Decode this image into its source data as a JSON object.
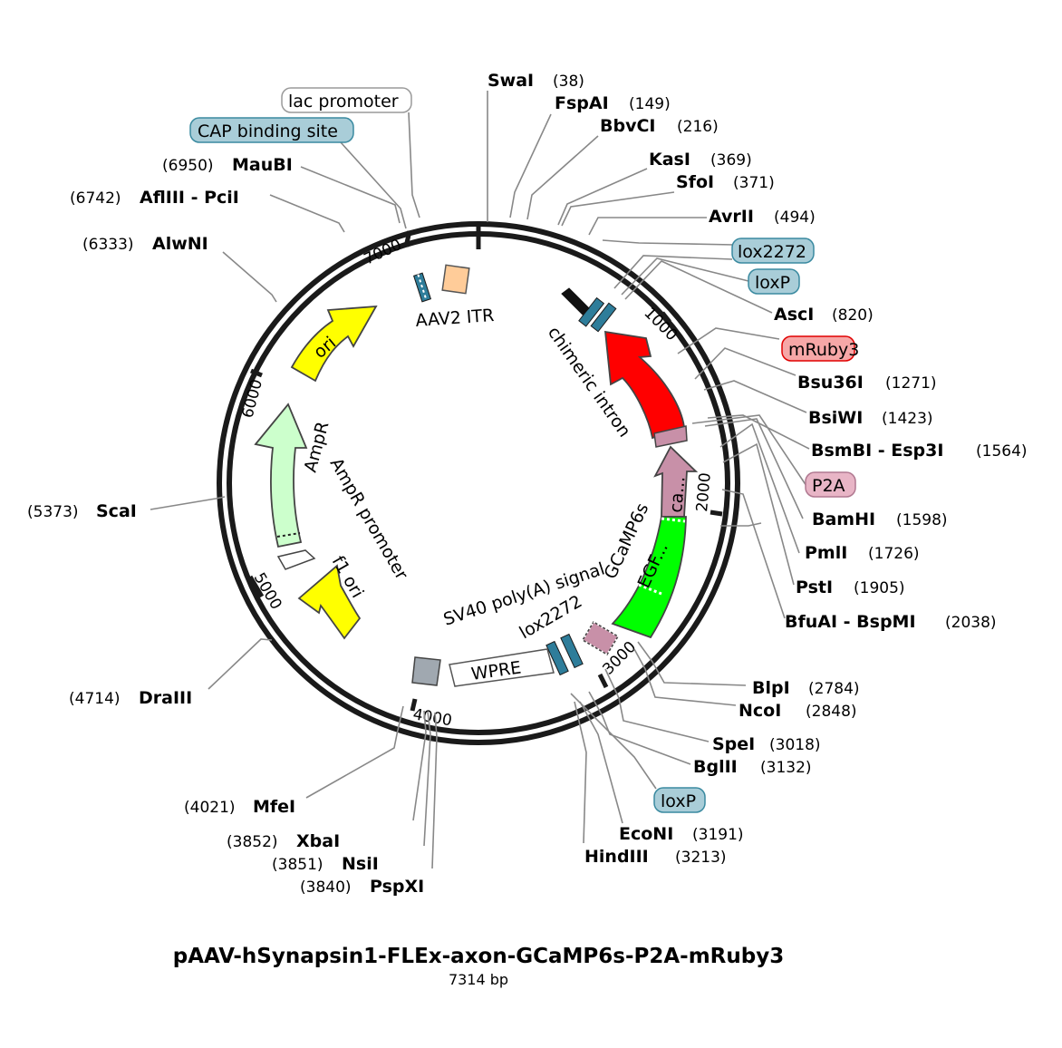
{
  "map": {
    "title": "pAAV-hSynapsin1-FLEx-axon-GCaMP6s-P2A-mRuby3",
    "subtitle": "7314 bp",
    "tick_labels": [
      "1000",
      "2000",
      "3000",
      "4000",
      "5000",
      "6000",
      "7000"
    ]
  },
  "restriction_sites": [
    {
      "name": "SwaI",
      "pos": "(38)"
    },
    {
      "name": "FspAI",
      "pos": "(149)"
    },
    {
      "name": "BbvCI",
      "pos": "(216)"
    },
    {
      "name": "KasI",
      "pos": "(369)"
    },
    {
      "name": "SfoI",
      "pos": "(371)"
    },
    {
      "name": "AvrII",
      "pos": "(494)"
    },
    {
      "name": "AscI",
      "pos": "(820)"
    },
    {
      "name": "Bsu36I",
      "pos": "(1271)"
    },
    {
      "name": "BsiWI",
      "pos": "(1423)"
    },
    {
      "name": "BsmBI - Esp3I",
      "pos": "(1564)"
    },
    {
      "name": "BamHI",
      "pos": "(1598)"
    },
    {
      "name": "PmlI",
      "pos": "(1726)"
    },
    {
      "name": "PstI",
      "pos": "(1905)"
    },
    {
      "name": "BfuAI - BspMI",
      "pos": "(2038)"
    },
    {
      "name": "BlpI",
      "pos": "(2784)"
    },
    {
      "name": "NcoI",
      "pos": "(2848)"
    },
    {
      "name": "SpeI",
      "pos": "(3018)"
    },
    {
      "name": "BglII",
      "pos": "(3132)"
    },
    {
      "name": "EcoNI",
      "pos": "(3191)"
    },
    {
      "name": "HindIII",
      "pos": "(3213)"
    },
    {
      "name": "PspXI",
      "pos": "(3840)"
    },
    {
      "name": "NsiI",
      "pos": "(3851)"
    },
    {
      "name": "XbaI",
      "pos": "(3852)"
    },
    {
      "name": "MfeI",
      "pos": "(4021)"
    },
    {
      "name": "DraIII",
      "pos": "(4714)"
    },
    {
      "name": "ScaI",
      "pos": "(5373)"
    },
    {
      "name": "AlwNI",
      "pos": "(6333)"
    },
    {
      "name": "AflIII - PciI",
      "pos": "(6742)"
    },
    {
      "name": "MauBI",
      "pos": "(6950)"
    }
  ],
  "outer_features": [
    {
      "label": "lac promoter",
      "fill": "#ffffff",
      "stroke": "#9a9a9a"
    },
    {
      "label": "CAP binding site",
      "fill": "#a9cdd8",
      "stroke": "#3a8aa0"
    },
    {
      "label": "lox2272",
      "fill": "#a9cdd8",
      "stroke": "#3a8aa0"
    },
    {
      "label": "loxP",
      "fill": "#a9cdd8",
      "stroke": "#3a8aa0"
    },
    {
      "label": "mRuby3",
      "fill": "#f6a7a7",
      "stroke": "#e00000"
    },
    {
      "label": "P2A",
      "fill": "#e8b5c6",
      "stroke": "#b07890"
    },
    {
      "label": "loxP",
      "fill": "#a9cdd8",
      "stroke": "#3a8aa0"
    }
  ],
  "inner_features": {
    "aav2_itr": "AAV2 ITR",
    "chimeric_intron": "chimeric intron",
    "ca": "ca...",
    "egf": "EGF...",
    "gcamp6s": "GCaMP6s",
    "lox2272": "lox2272",
    "sv40": "SV40 poly(A) signal",
    "wpre": "WPRE",
    "f1_ori": "f1 ori",
    "ampr_promoter": "AmpR promoter",
    "ampr": "AmpR",
    "ori": "ori"
  },
  "colors": {
    "mruby3": "#ff0000",
    "gcamp_green": "#00ff00",
    "p2a_pink": "#c890a8",
    "ori_yellow": "#ffff00",
    "ampr_green": "#ccffcc",
    "itr_orange": "#ffcc99",
    "lox_blue": "#2e7d9a",
    "polya_gray": "#a0a8b0",
    "backbone": "#1a1a1a"
  }
}
